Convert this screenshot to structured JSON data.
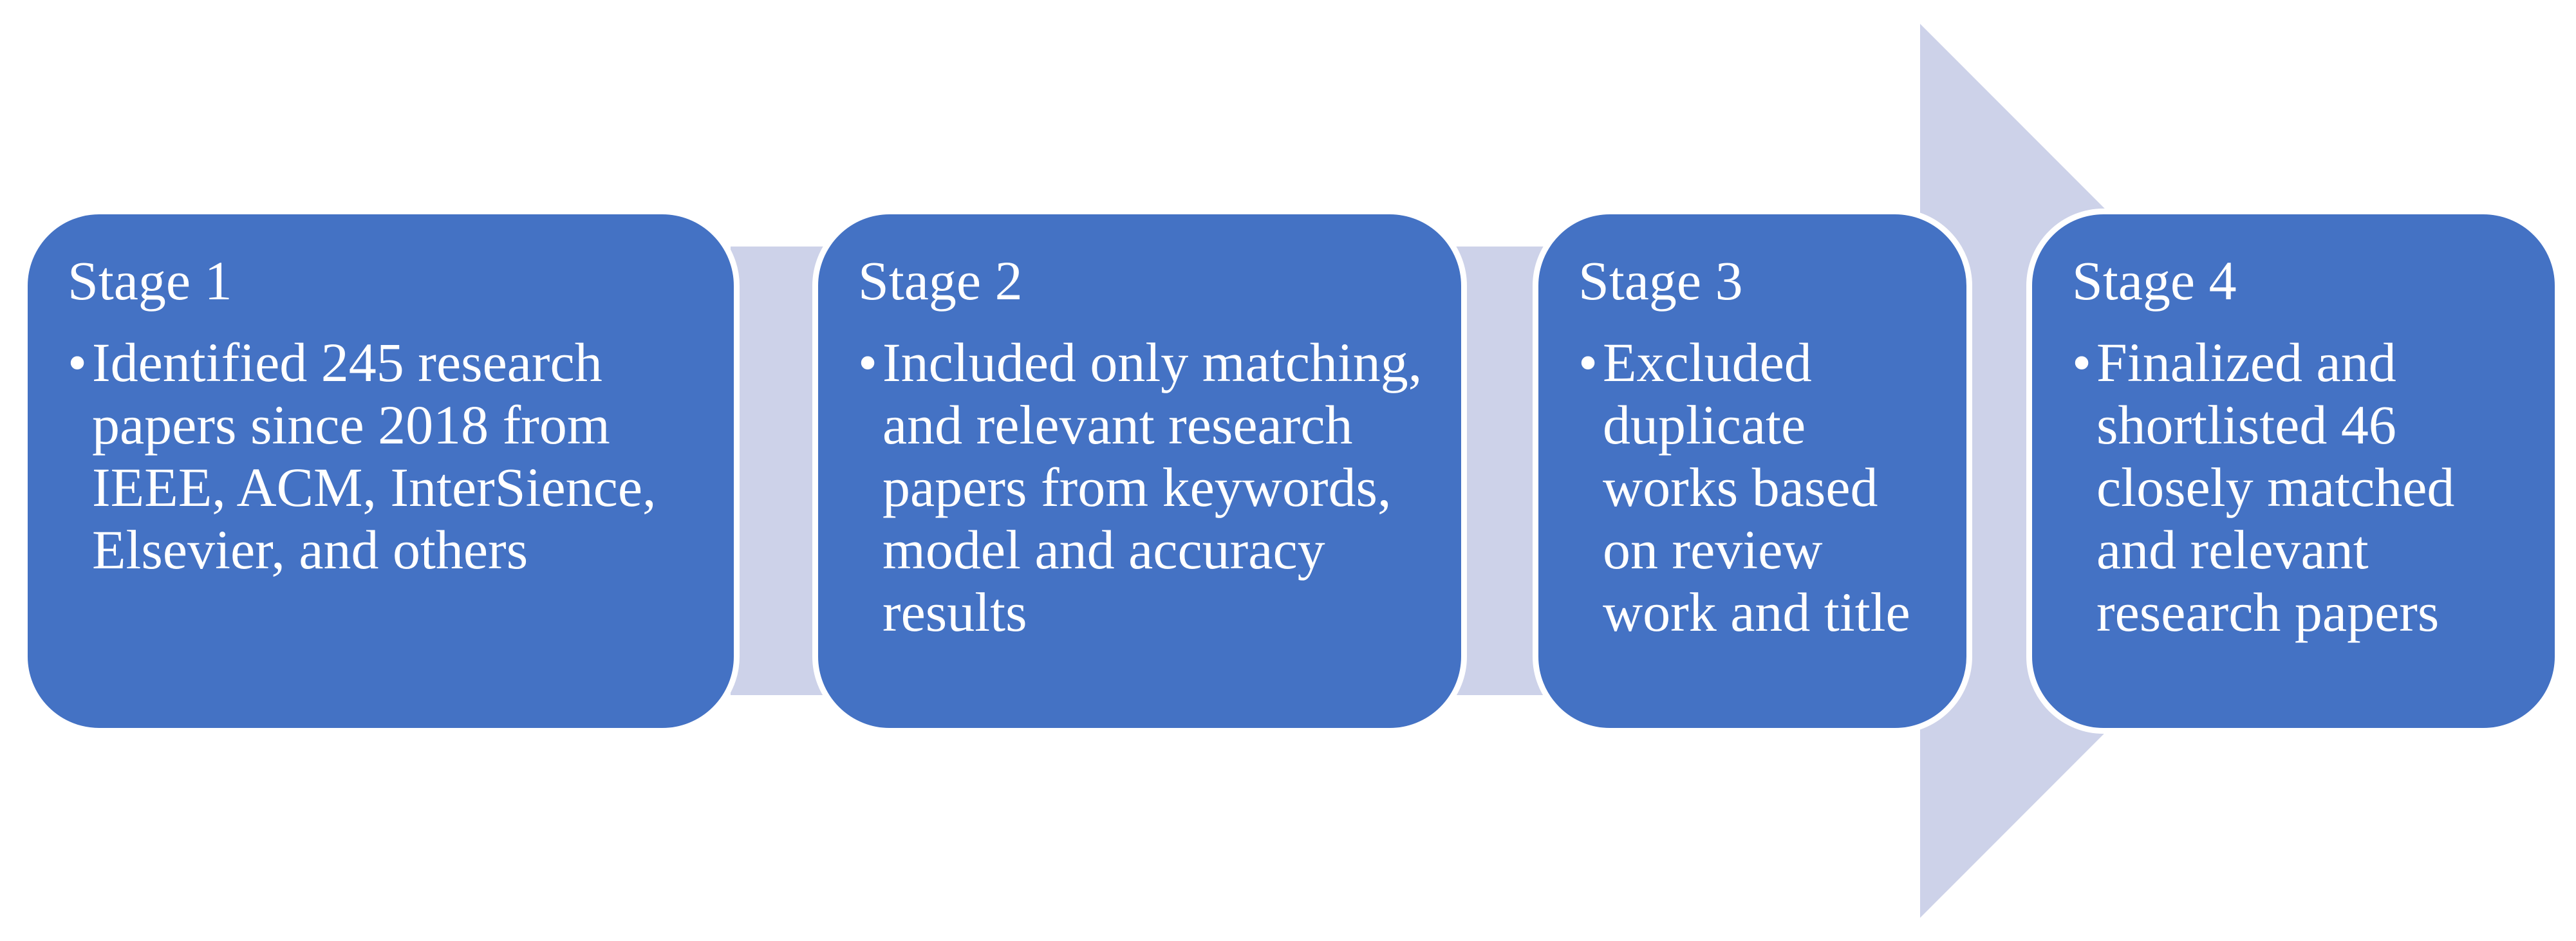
{
  "figure": {
    "background": "#ffffff",
    "box_fill": "#4472C4",
    "box_border": "#ffffff",
    "connector_fill": "#CDD2E9",
    "arrow_fill": "#CDD2E9",
    "text_color": "#ffffff",
    "bullet_char": "•"
  },
  "stages": [
    {
      "title": "Stage 1",
      "body": "Identified 245 research\npapers since 2018 from\nIEEE, ACM, InterSience,\nElsevier, and others"
    },
    {
      "title": "Stage 2",
      "body": "Included only matching,\nand relevant research\npapers from keywords,\nmodel and accuracy\nresults"
    },
    {
      "title": "Stage 3",
      "body": "Excluded\nduplicate\nworks based\non review\nwork and title"
    },
    {
      "title": "Stage 4",
      "body": "Finalized and\nshortlisted 46\nclosely matched\nand relevant\nresearch papers"
    }
  ]
}
